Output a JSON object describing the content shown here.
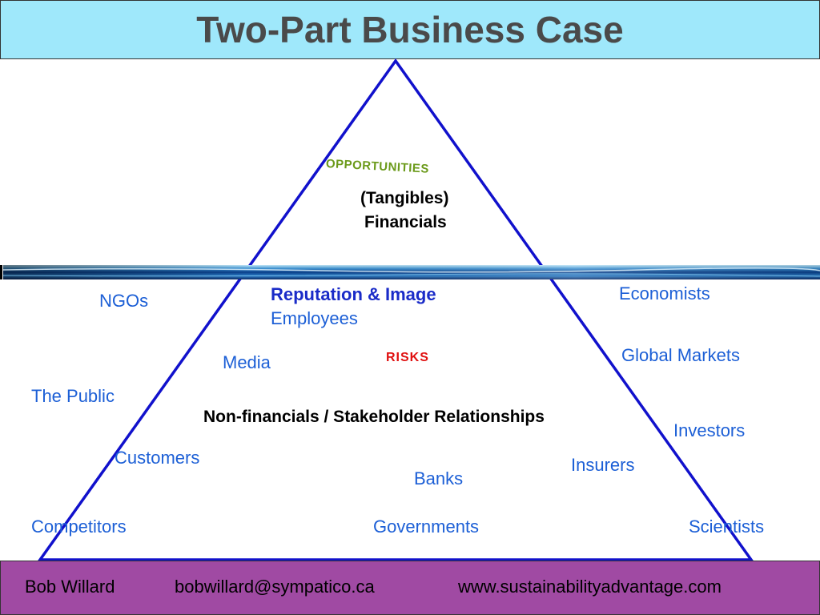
{
  "slide": {
    "title": "Two-Part Business Case"
  },
  "diagram": {
    "top_section": {
      "opportunities_label": "OPPORTUNITIES",
      "tangibles_label": "(Tangibles)",
      "financials_label": "Financials"
    },
    "bottom_section": {
      "reputation_label": "Reputation & Image",
      "employees_label": "Employees",
      "risks_label": "RISKS",
      "nonfinancials_label": "Non-financials / Stakeholder Relationships"
    },
    "stakeholders": {
      "ngos": "NGOs",
      "media": "Media",
      "the_public": "The Public",
      "customers": "Customers",
      "competitors": "Competitors",
      "banks": "Banks",
      "governments": "Governments",
      "economists": "Economists",
      "global_markets": "Global Markets",
      "investors": "Investors",
      "insurers": "Insurers",
      "scientists": "Scientists"
    },
    "colors": {
      "title_background": "#9fe8fb",
      "triangle_stroke": "#1111cc",
      "footer_background": "#a04aa3",
      "stakeholder_text": "#1c5fd6",
      "opportunities_text": "#6b9a1a",
      "risks_text": "#e01010"
    }
  },
  "footer": {
    "author": "Bob Willard",
    "email": "bobwillard@sympatico.ca",
    "website": "www.sustainabilityadvantage.com"
  }
}
